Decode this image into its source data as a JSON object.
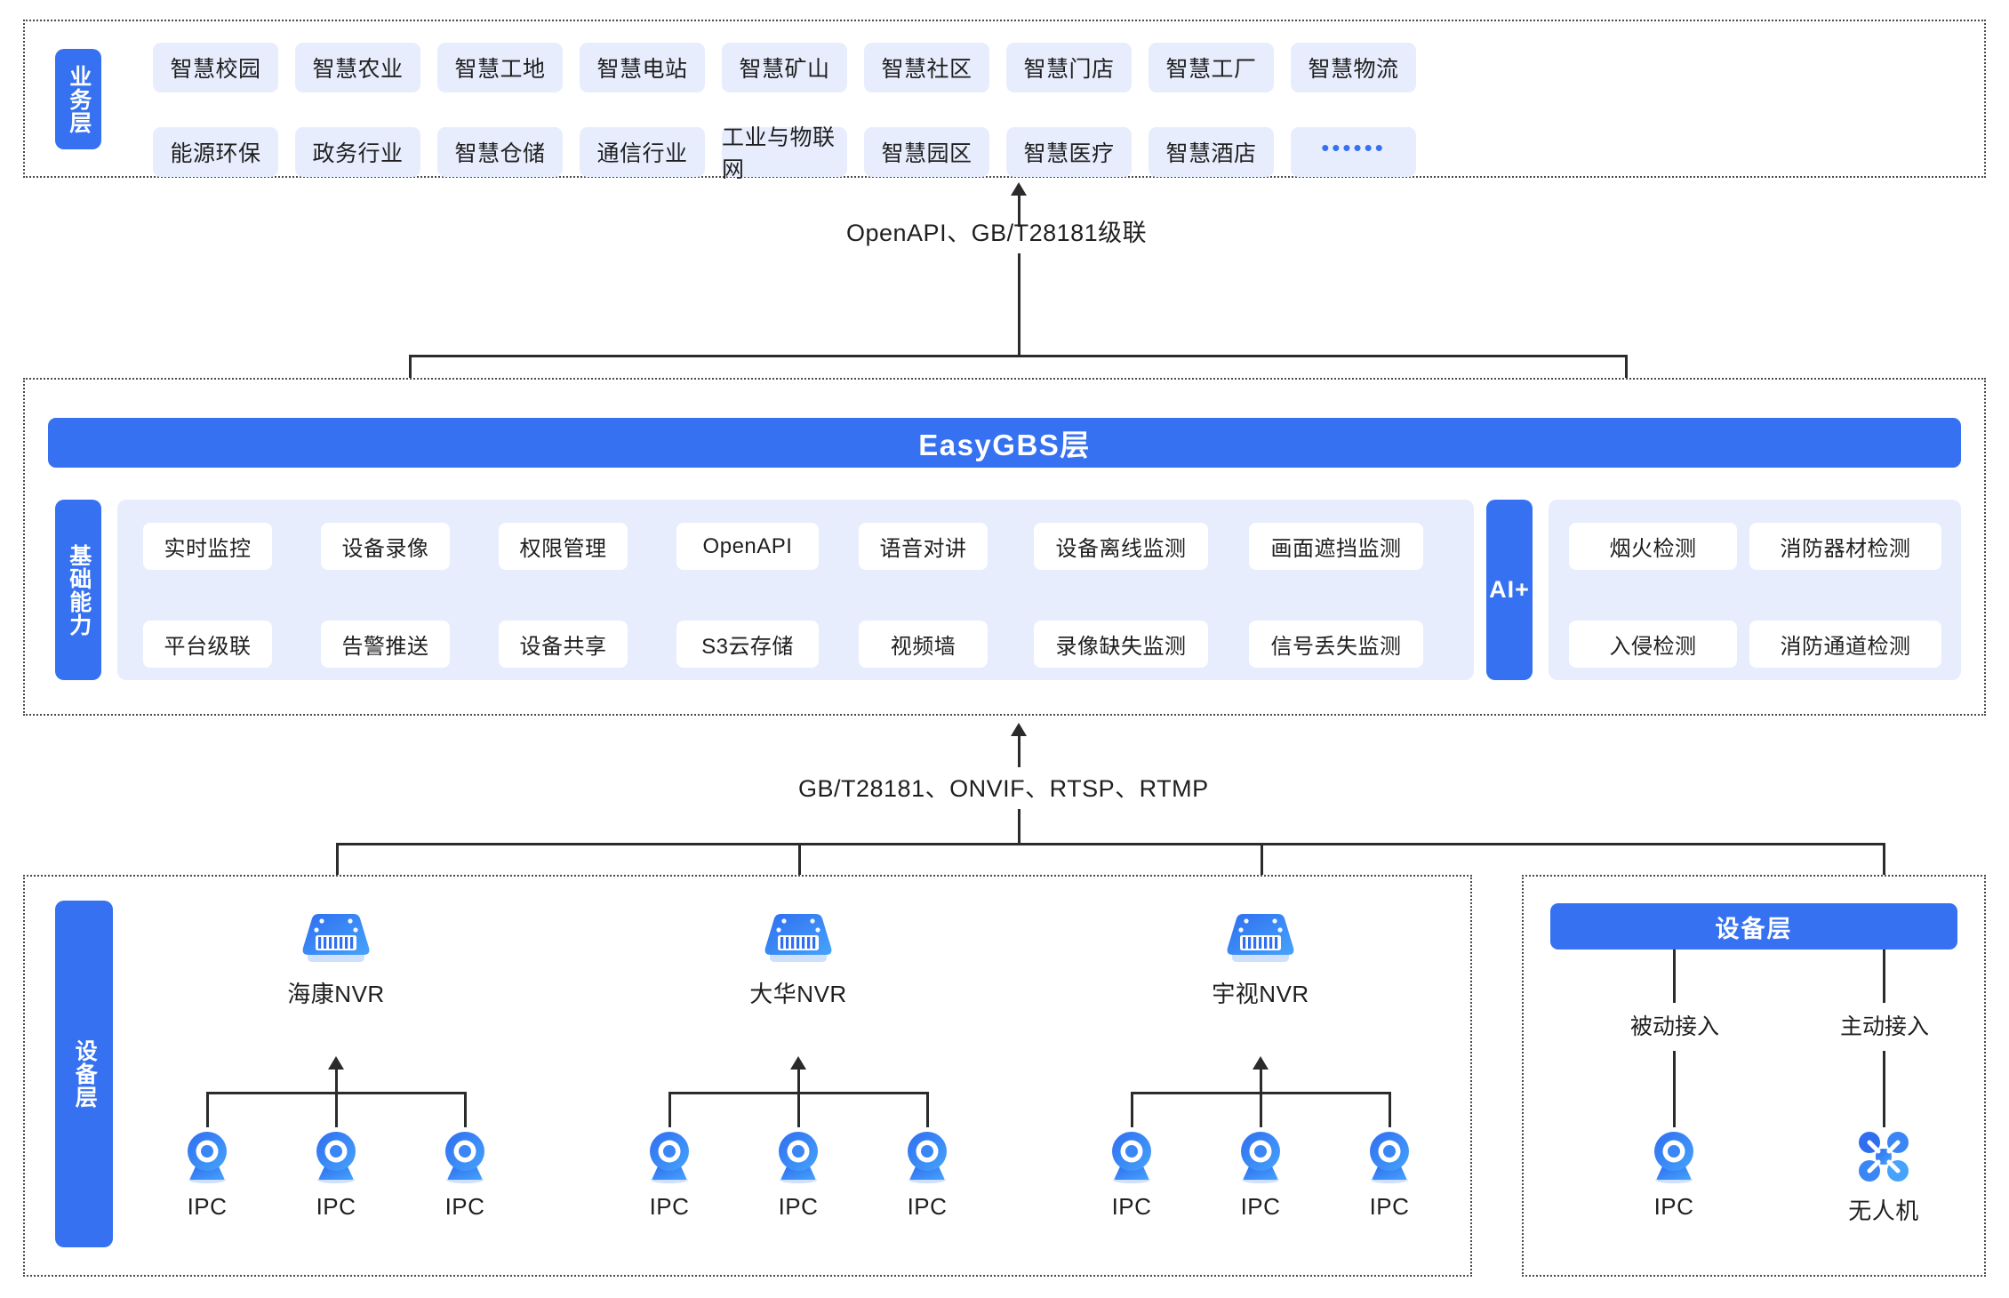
{
  "business_layer": {
    "label": "业务层",
    "row1": [
      "智慧校园",
      "智慧农业",
      "智慧工地",
      "智慧电站",
      "智慧矿山",
      "智慧社区",
      "智慧门店",
      "智慧工厂",
      "智慧物流"
    ],
    "row2": [
      "能源环保",
      "政务行业",
      "智慧仓储",
      "通信行业",
      "工业与物联网",
      "智慧园区",
      "智慧医疗",
      "智慧酒店",
      "••••••"
    ]
  },
  "connector_top": {
    "label": "OpenAPI、GB/T28181级联"
  },
  "platform_layer": {
    "title": "EasyGBS层",
    "capability_label": "基础能力",
    "capabilities_row1": [
      "实时监控",
      "设备录像",
      "权限管理",
      "OpenAPI",
      "语音对讲",
      "设备离线监测",
      "画面遮挡监测"
    ],
    "capabilities_row2": [
      "平台级联",
      "告警推送",
      "设备共享",
      "S3云存储",
      "视频墙",
      "录像缺失监测",
      "信号丢失监测"
    ],
    "ai": {
      "label": "AI+",
      "items_row1": [
        "烟火检测",
        "消防器材检测"
      ],
      "items_row2": [
        "入侵检测",
        "消防通道检测"
      ]
    }
  },
  "connector_bottom": {
    "label": "GB/T28181、ONVIF、RTSP、RTMP"
  },
  "device_layer_left": {
    "label": "设备层",
    "nvr_groups": [
      {
        "nvr_name": "海康NVR",
        "icon": "nvr-icon",
        "cameras": [
          "IPC",
          "IPC",
          "IPC"
        ]
      },
      {
        "nvr_name": "大华NVR",
        "icon": "nvr-icon",
        "cameras": [
          "IPC",
          "IPC",
          "IPC"
        ]
      },
      {
        "nvr_name": "宇视NVR",
        "icon": "nvr-icon",
        "cameras": [
          "IPC",
          "IPC",
          "IPC"
        ]
      }
    ]
  },
  "device_layer_right": {
    "title": "设备层",
    "branches": [
      {
        "mode": "被动接入",
        "device": "IPC",
        "icon": "ipc-camera-icon"
      },
      {
        "mode": "主动接入",
        "device": "无人机",
        "icon": "drone-icon"
      }
    ]
  },
  "colors": {
    "brand_blue": "#3571f0",
    "chip_bg": "#e8edfd",
    "line": "#2b2b2b",
    "text": "#1f1f1f"
  }
}
